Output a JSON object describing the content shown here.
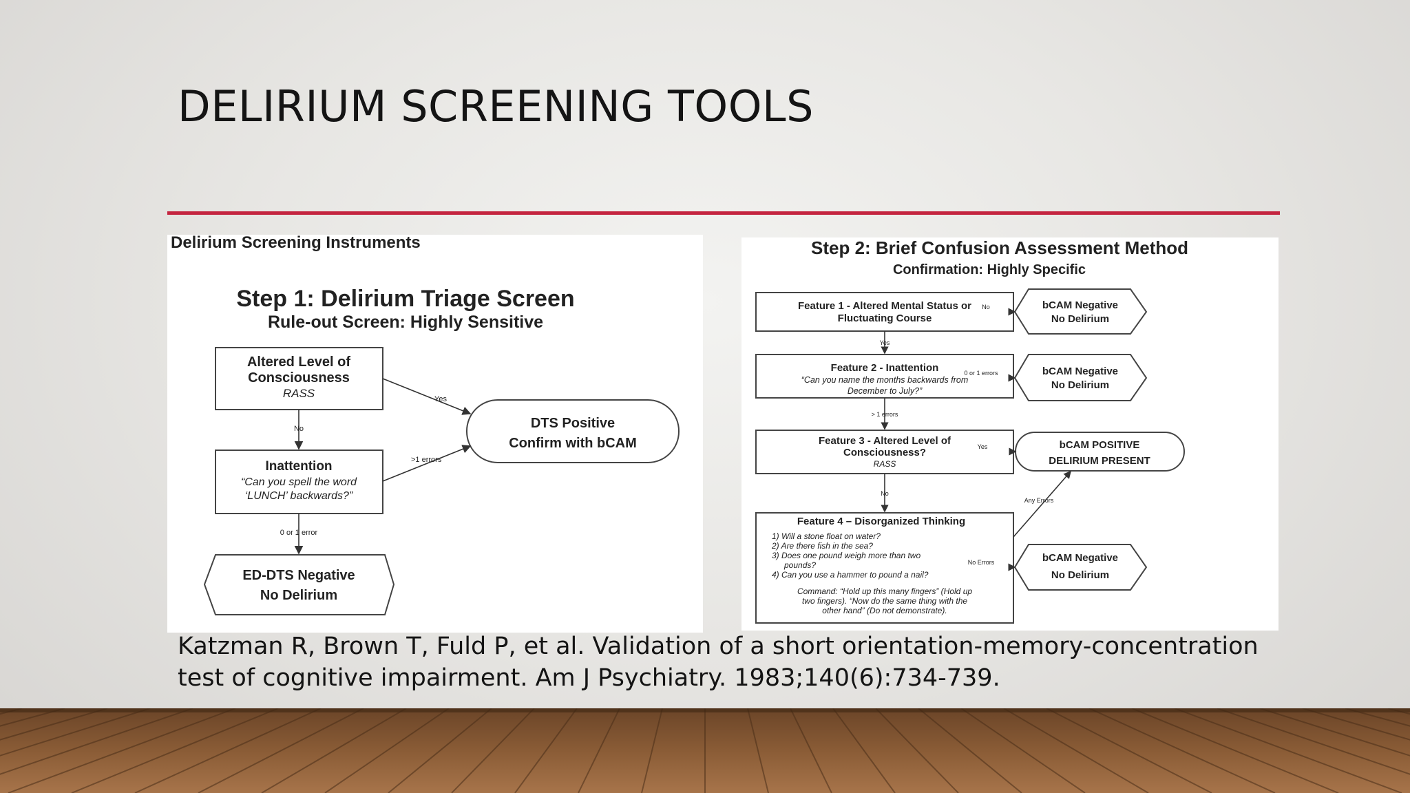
{
  "slide": {
    "title": "DELIRIUM SCREENING TOOLS",
    "citation_line1": "Katzman R, Brown T, Fuld P, et al. Validation of a short orientation-memory-concentration",
    "citation_line2": "test of cognitive impairment. Am J Psychiatry. 1983;140(6):734-739.",
    "accent_color": "#c4243f"
  },
  "left_figure": {
    "header": "Delirium Screening Instruments",
    "step_title": "Step 1: Delirium Triage Screen",
    "step_subtitle": "Rule-out Screen: Highly Sensitive",
    "box1_line1": "Altered Level of",
    "box1_line2": "Consciousness",
    "box1_line3": "RASS",
    "box2_title": "Inattention",
    "box2_line2": "“Can you spell the word",
    "box2_line3": "‘LUNCH’ backwards?”",
    "positive_line1": "DTS Positive",
    "positive_line2": "Confirm with bCAM",
    "negative_line1": "ED-DTS Negative",
    "negative_line2": "No Delirium",
    "label_yes": "Yes",
    "label_no": "No",
    "label_errors": ">1 errors",
    "label_0or1": "0 or 1 error"
  },
  "right_figure": {
    "step_title": "Step 2: Brief Confusion Assessment Method",
    "step_subtitle": "Confirmation: Highly Specific",
    "f1_line1": "Feature 1 - Altered Mental Status or",
    "f1_line2": "Fluctuating Course",
    "f2_title": "Feature 2 - Inattention",
    "f2_line2": "“Can you name the months backwards from",
    "f2_line3": "December to July?”",
    "f3_line1": "Feature 3 - Altered Level of",
    "f3_line2": "Consciousness?",
    "f3_line3": "RASS",
    "f4_title": "Feature 4 – Disorganized Thinking",
    "f4_q1": "1) Will a stone float on water?",
    "f4_q2": "2) Are there fish in the sea?",
    "f4_q3": "3) Does one pound weigh more than two",
    "f4_q3b": "pounds?",
    "f4_q4": "4) Can you use a hammer to pound a nail?",
    "f4_cmd1": "Command: “Hold up this many fingers” (Hold up",
    "f4_cmd2": "two fingers). “Now do the same thing with the",
    "f4_cmd3": "other hand” (Do not demonstrate).",
    "neg_line1": "bCAM Negative",
    "neg_line2": "No Delirium",
    "pos_line1": "bCAM POSITIVE",
    "pos_line2": "DELIRIUM PRESENT",
    "label_no": "No",
    "label_yes": "Yes",
    "label_0or1": "0 or 1 errors",
    "label_gt1": "> 1 errors",
    "label_any": "Any Errors",
    "label_noerrors": "No Errors"
  }
}
